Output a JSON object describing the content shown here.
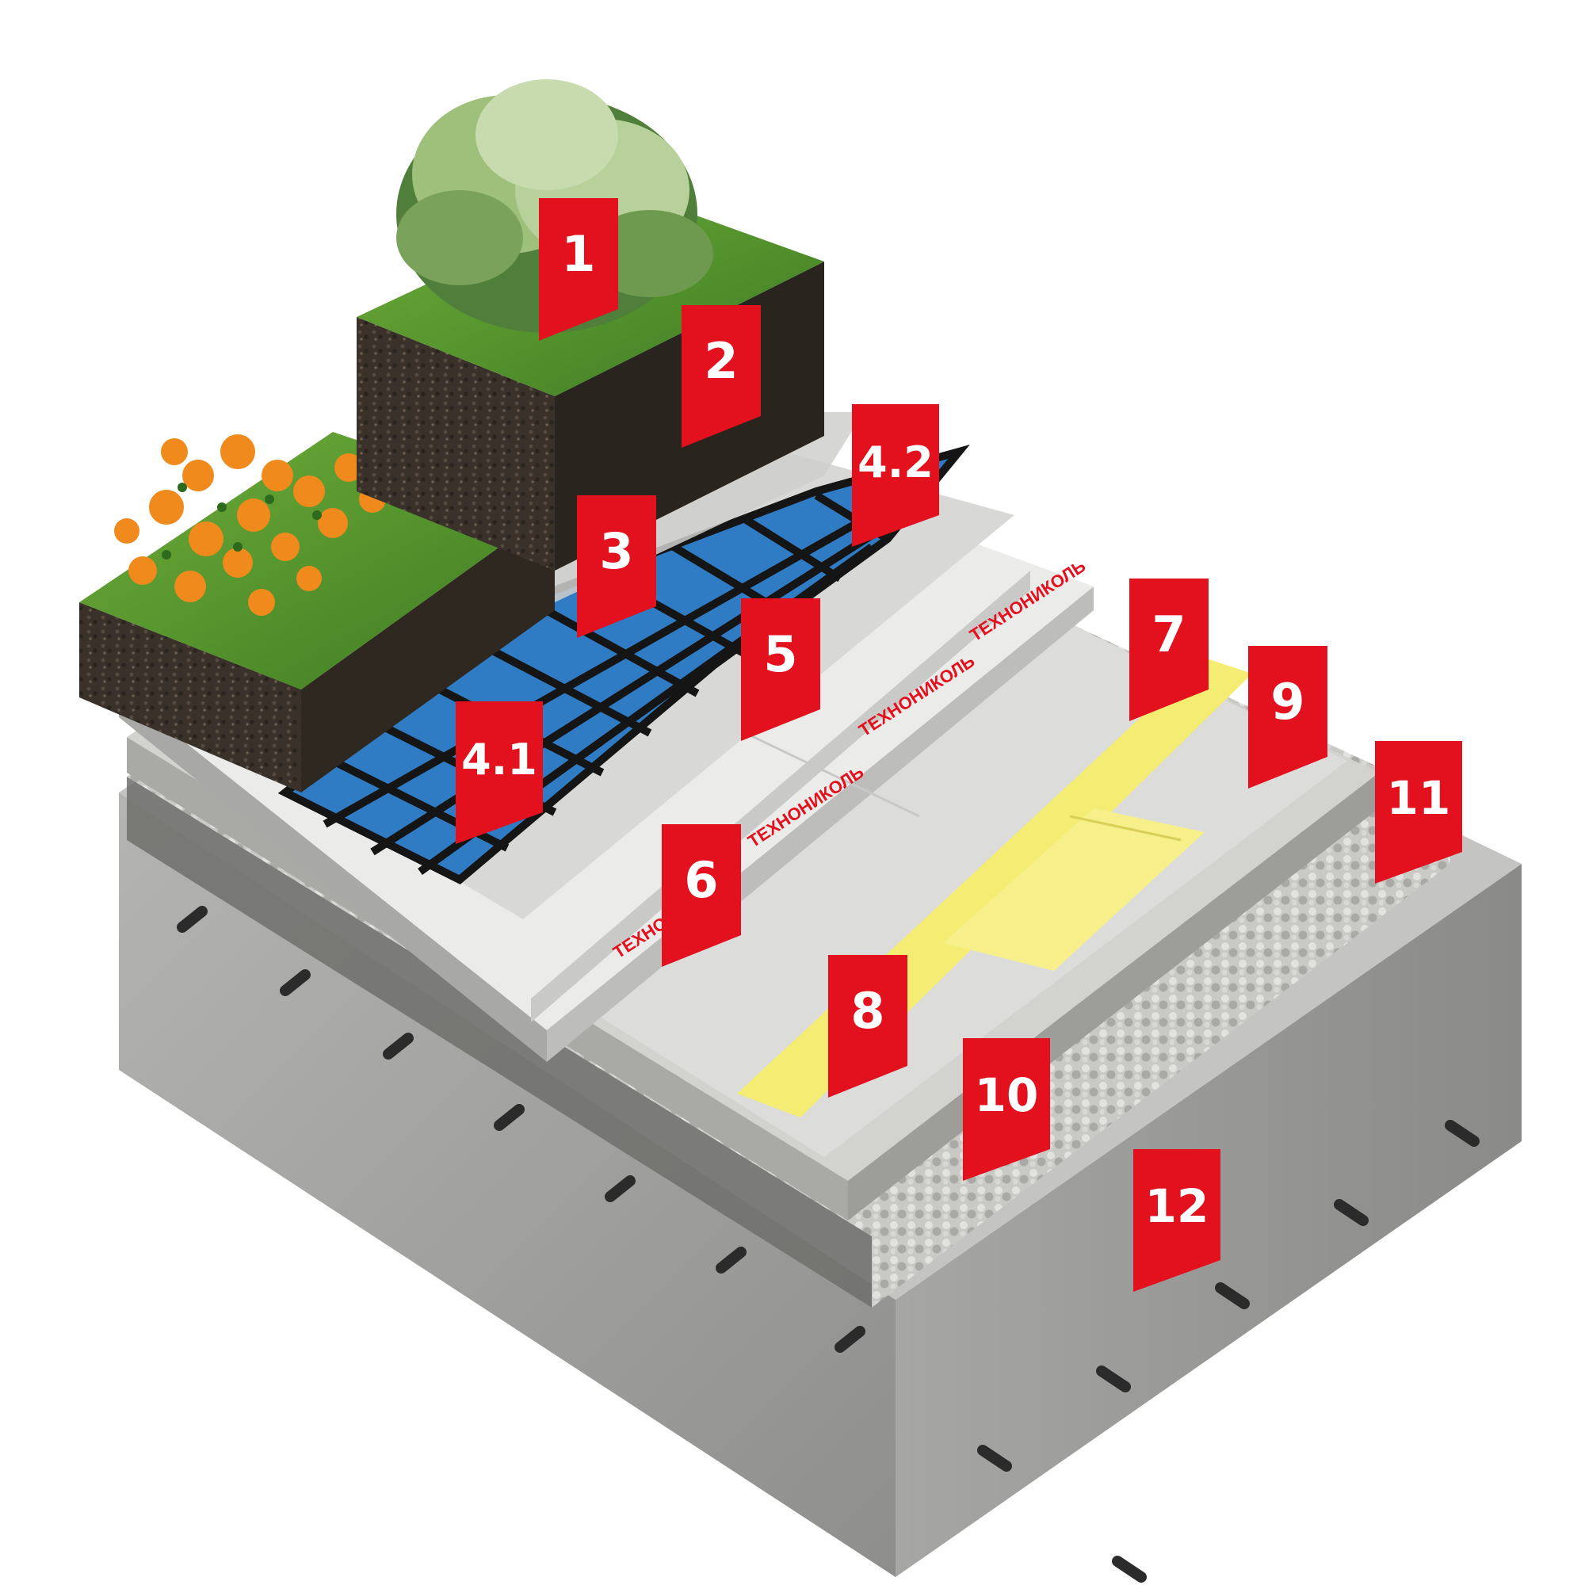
{
  "diagram": {
    "colors": {
      "marker": "#e3101d",
      "marker_text": "#ffffff",
      "concrete": "#b9b9b7",
      "insulation": "#e6e6e6",
      "membrane": "#f5ec73",
      "drainage": "#2f7cc4",
      "soil": "#3c342c",
      "grass": "#4e8f2a",
      "flowers": "#f08a1c"
    },
    "brand_label": "ТЕХНОНИКОЛЬ",
    "markers": [
      {
        "id": "m1",
        "label": "1"
      },
      {
        "id": "m2",
        "label": "2"
      },
      {
        "id": "m3",
        "label": "3"
      },
      {
        "id": "m42",
        "label": "4.2"
      },
      {
        "id": "m41",
        "label": "4.1"
      },
      {
        "id": "m5",
        "label": "5"
      },
      {
        "id": "m6",
        "label": "6"
      },
      {
        "id": "m7",
        "label": "7"
      },
      {
        "id": "m8",
        "label": "8"
      },
      {
        "id": "m9",
        "label": "9"
      },
      {
        "id": "m10",
        "label": "10"
      },
      {
        "id": "m11",
        "label": "11"
      },
      {
        "id": "m12",
        "label": "12"
      }
    ]
  }
}
